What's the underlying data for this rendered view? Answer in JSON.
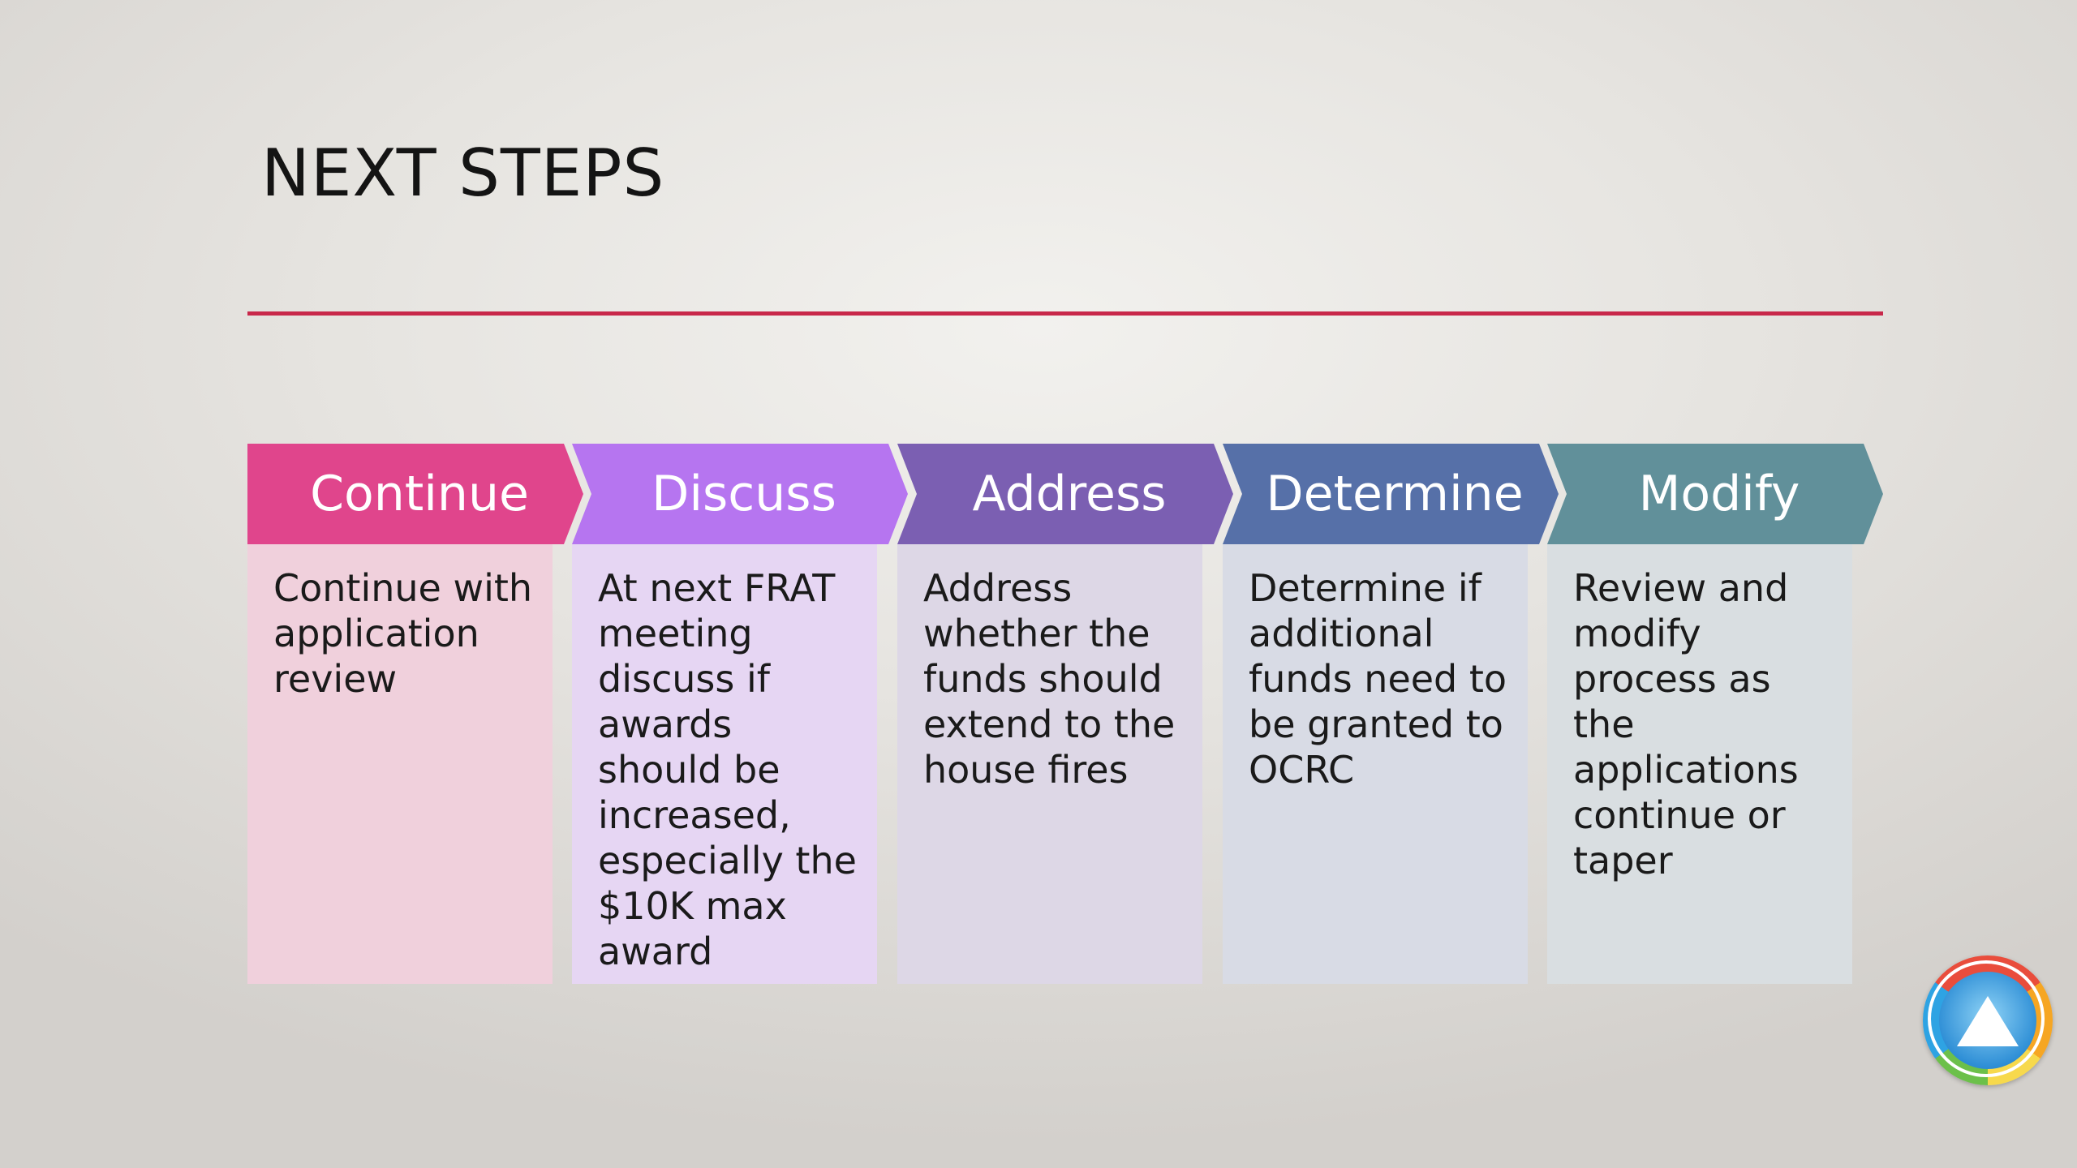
{
  "slide": {
    "title": "NEXT STEPS"
  },
  "colors": {
    "rule": "#c8284a",
    "continue": "#e0458c",
    "discuss": "#b675f0",
    "address": "#7b5fb2",
    "determine": "#5670a8",
    "modify": "#61909a"
  },
  "steps": [
    {
      "label": "Continue",
      "text": "Continue with application review",
      "header_color": "#e0458c",
      "body_color": "#f0d0dc"
    },
    {
      "label": "Discuss",
      "text": "At next FRAT meeting discuss if awards should be increased, especially the $10K max award",
      "header_color": "#b675f0",
      "body_color": "#e6d6f3"
    },
    {
      "label": "Address",
      "text": "Address whether the funds should extend to the house fires",
      "header_color": "#7b5fb2",
      "body_color": "#ddd7e6"
    },
    {
      "label": "Determine",
      "text": "Determine if additional funds need to be granted to OCRC",
      "header_color": "#5670a8",
      "body_color": "#d8dbe5"
    },
    {
      "label": "Modify",
      "text": "Review and modify process as the applications continue or taper",
      "header_color": "#61909a",
      "body_color": "#d9dee1"
    }
  ],
  "logo": {
    "icon": "mountain-logo-icon"
  }
}
